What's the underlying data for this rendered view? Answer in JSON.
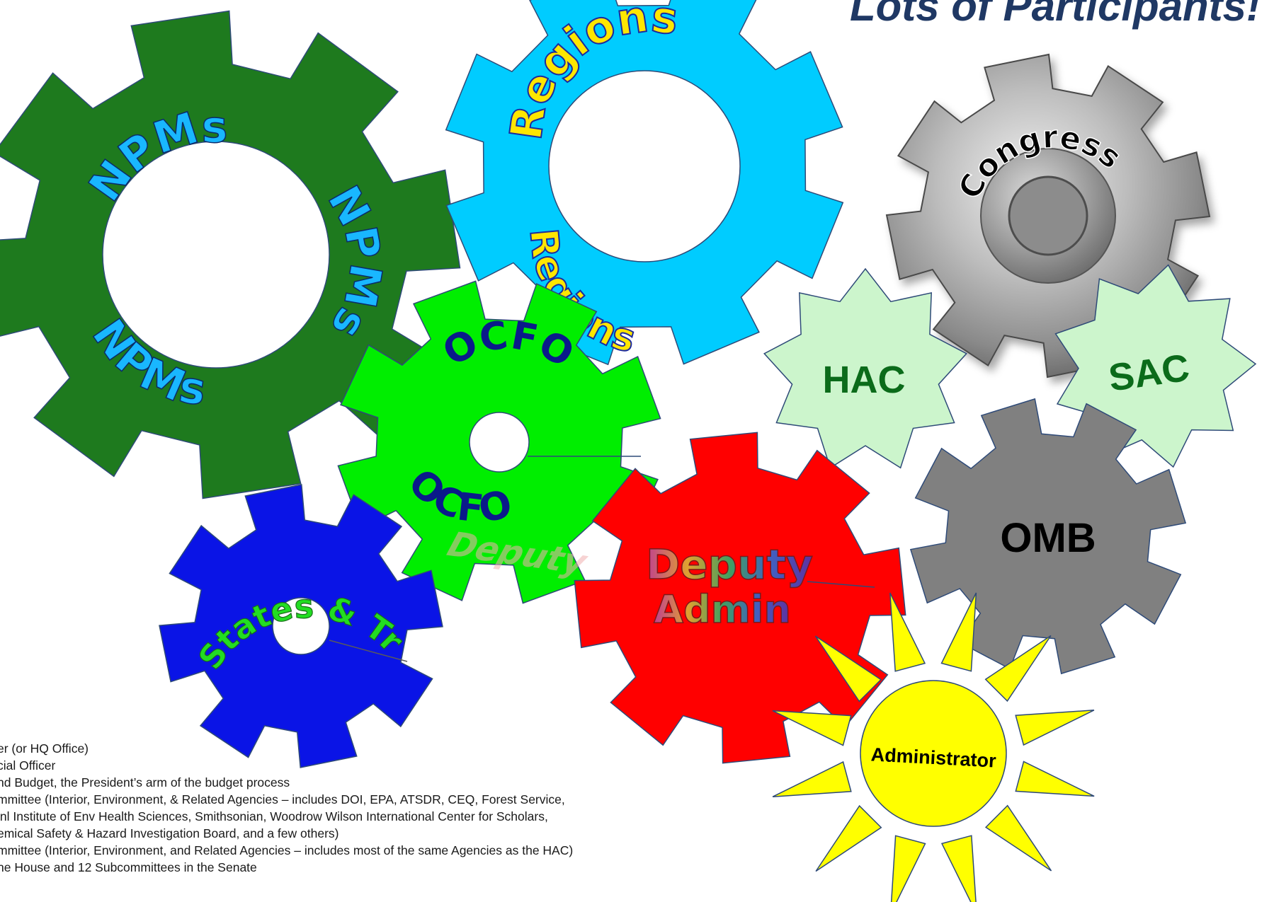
{
  "slide": {
    "title": "Lots of Participants!"
  },
  "gears": {
    "npms": {
      "label": "NPMs",
      "color": "#1e7a1e",
      "text_color": "#19b7ff"
    },
    "regions": {
      "label": "Regions",
      "color": "#00ccff",
      "text_color": "#ffe600"
    },
    "ocfo": {
      "label": "OCFO",
      "color": "#00ee00",
      "text_color": "#0a1a8a"
    },
    "states_tribes": {
      "label": "States & Tribes",
      "color": "#0a14e6",
      "text_color": "#22dd22"
    },
    "deputy_admin": {
      "line1": "Deputy",
      "line2": "Admin",
      "color": "#ff0000"
    },
    "congress": {
      "label": "Congress",
      "color": "#a9a9a9"
    },
    "omb": {
      "label": "OMB",
      "color": "#808080"
    }
  },
  "stars": {
    "hac": {
      "label": "HAC",
      "color": "#ccf5cc",
      "text_color": "#0b6b1a"
    },
    "sac": {
      "label": "SAC",
      "color": "#ccf5cc",
      "text_color": "#0b6b1a"
    }
  },
  "sun": {
    "label": "Administrator",
    "color": "#ffff00"
  },
  "notes": [
    "er (or HQ Office)",
    "cial Officer",
    "nd Budget, the President’s arm of the budget process",
    "mmittee (Interior, Environment, & Related Agencies – includes DOI, EPA, ATSDR, CEQ, Forest Service,",
    "’nl Institute of Env Health Sciences, Smithsonian, Woodrow Wilson International Center for Scholars,",
    "emical Safety & Hazard Investigation Board, and a few others)",
    "mmittee (Interior, Environment, and Related Agencies – includes most of the same Agencies as the HAC)",
    "he House and 12 Subcommittees in the Senate"
  ]
}
